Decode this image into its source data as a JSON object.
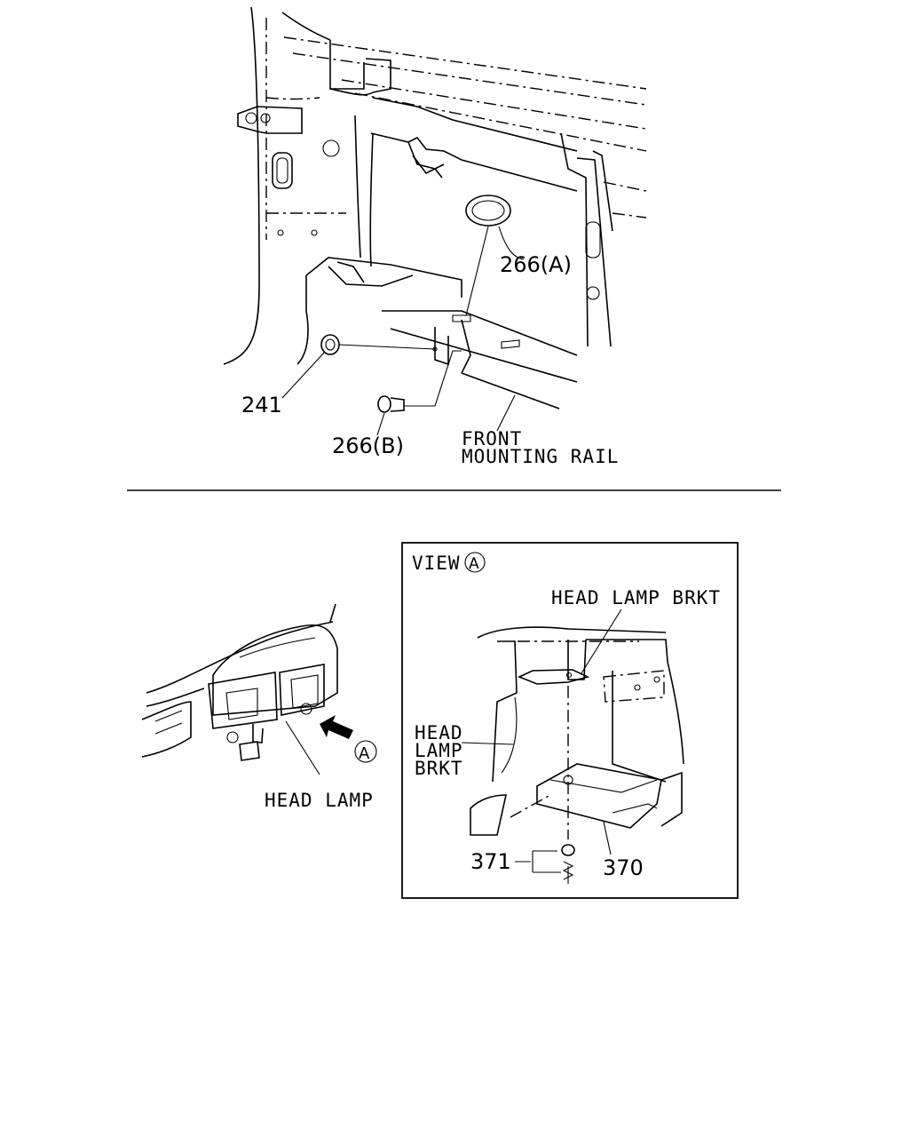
{
  "top_view": {
    "callout_266a": "266(A)",
    "callout_241": "241",
    "callout_266b": "266(B)",
    "front_rail_line1": "FRONT",
    "front_rail_line2": "MOUNTING RAIL"
  },
  "bottom_left": {
    "head_lamp": "HEAD LAMP",
    "marker_a": "A"
  },
  "view_a": {
    "title": "VIEW",
    "title_marker": "A",
    "head_lamp_brkt_top": "HEAD LAMP BRKT",
    "head_lamp_brkt_left_1": "HEAD",
    "head_lamp_brkt_left_2": "LAMP",
    "head_lamp_brkt_left_3": "BRKT",
    "callout_371": "371",
    "callout_370": "370"
  }
}
